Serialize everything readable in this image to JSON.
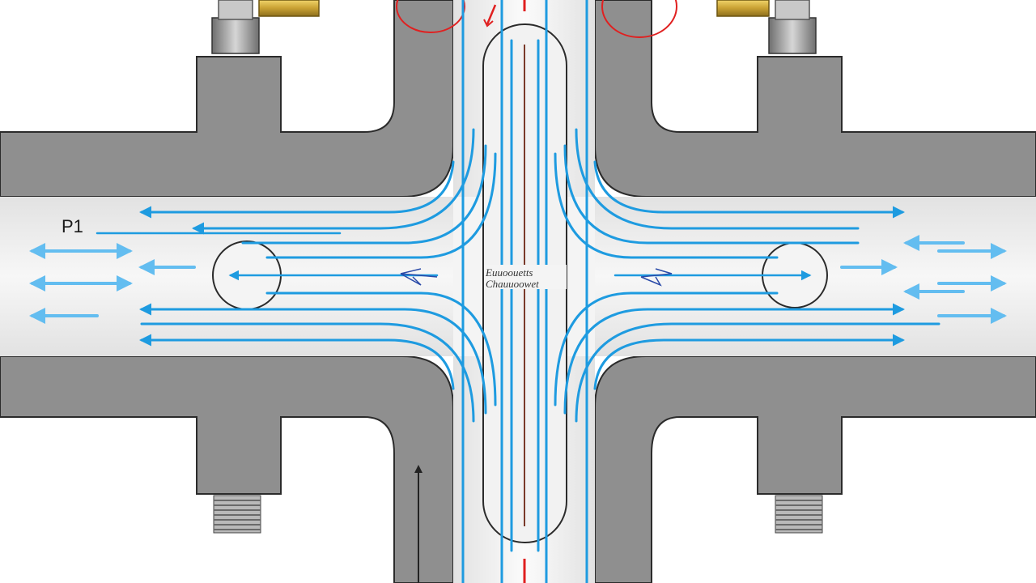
{
  "labels": {
    "pressure_label": "P1",
    "center_label_line1": "Euuoouetts",
    "center_label_line2": "Chauuoowet"
  },
  "colors": {
    "pipe_wall": "#8f8f8f",
    "pipe_wall_dark": "#7a7a7a",
    "bore": "#eeeeee",
    "flow": "#1e9be0",
    "flow_light": "#63bdf0",
    "marker": "#e02020",
    "outline": "#2b2b2b",
    "fitting_brass": "#c9a233",
    "fitting_steel": "#9a9a9a"
  },
  "icons": {
    "valve_left": "valve-fitting-icon",
    "valve_right": "valve-fitting-icon",
    "bolt_left": "threaded-bolt-icon",
    "bolt_right": "threaded-bolt-icon"
  }
}
